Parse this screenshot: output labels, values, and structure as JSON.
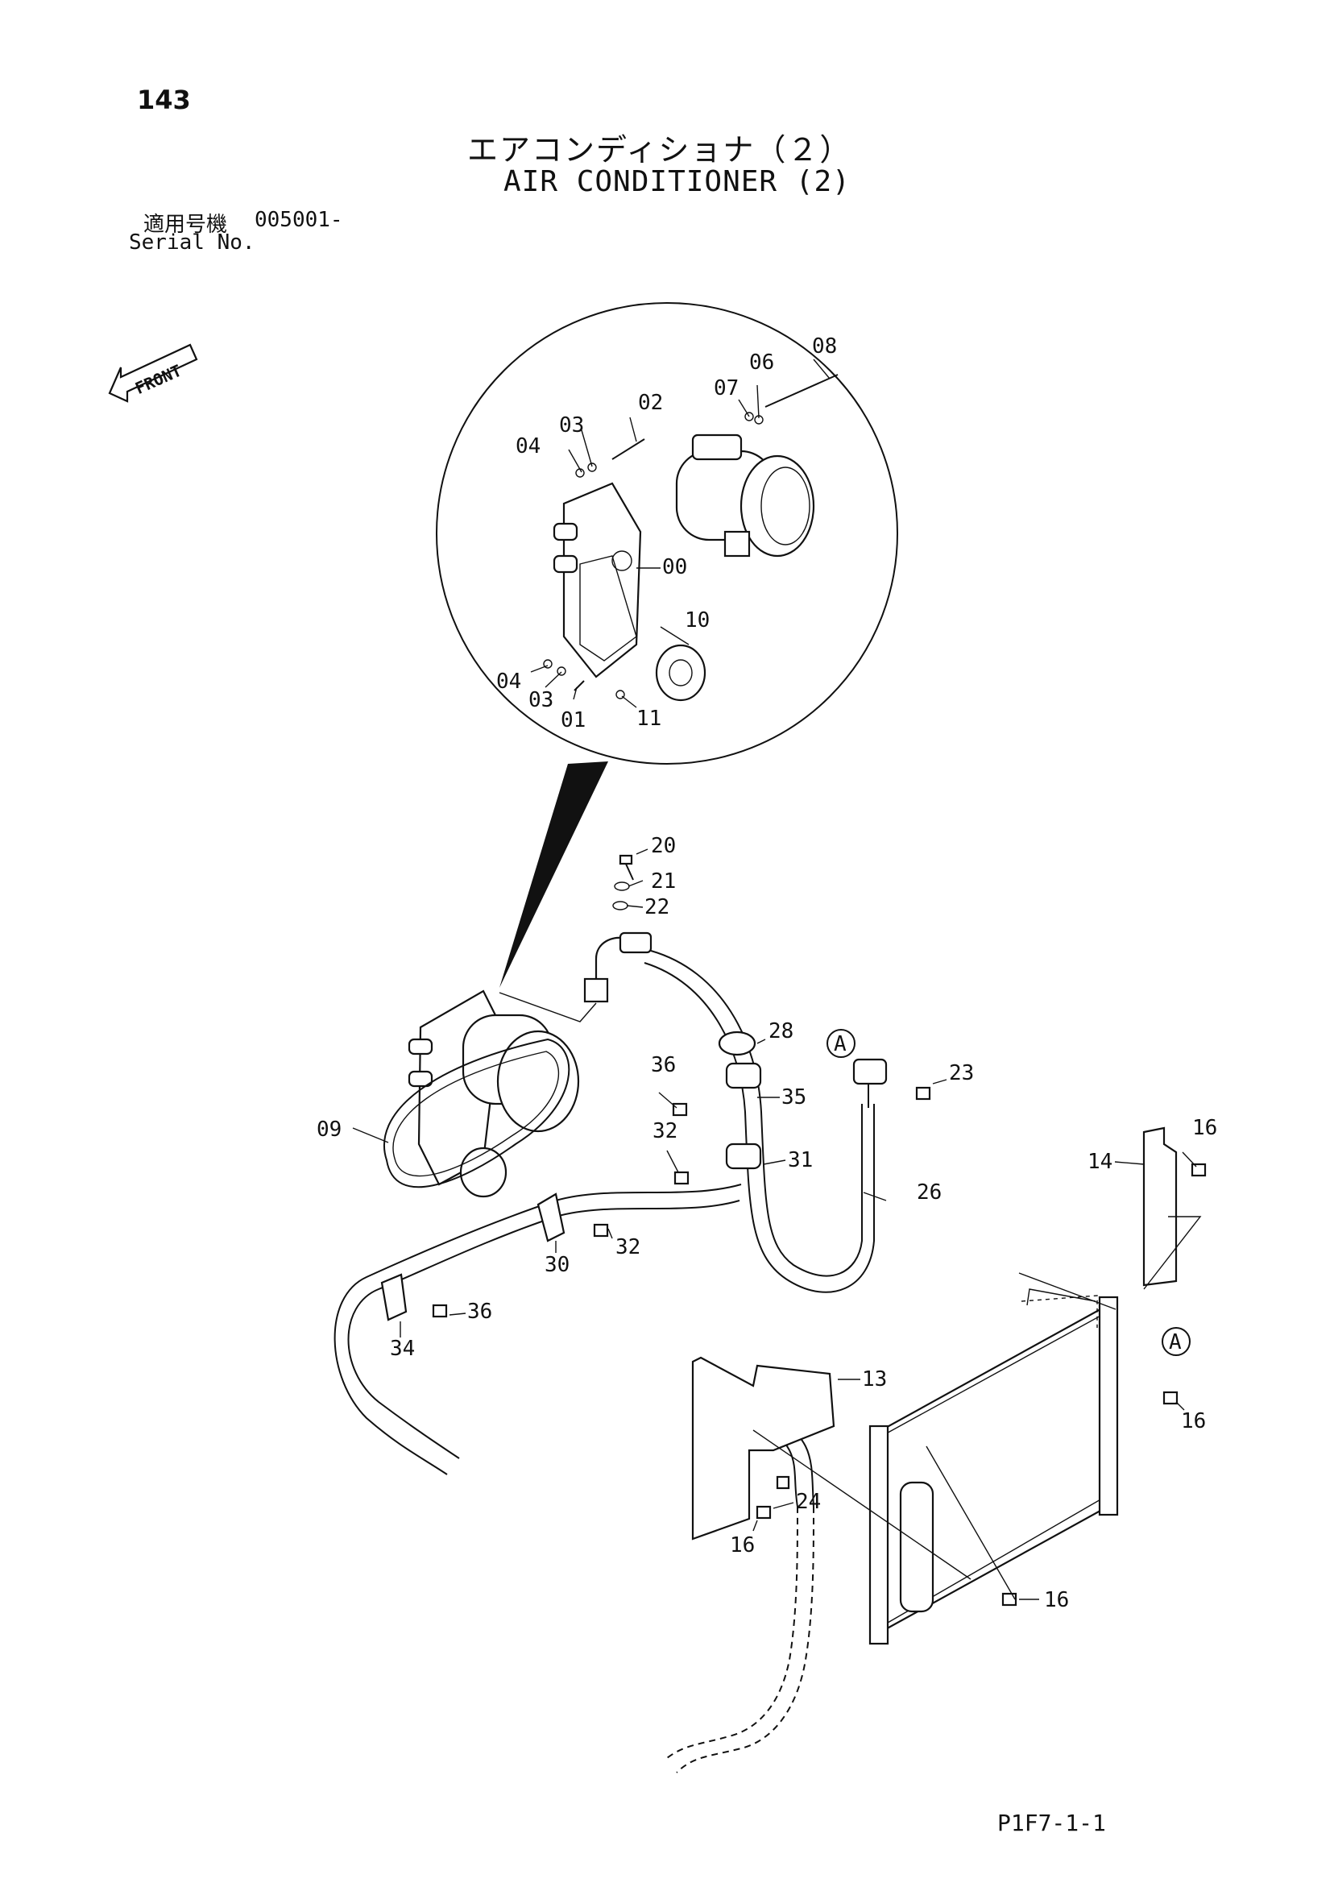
{
  "header": {
    "page_number": "143",
    "title_jp": "エアコンディショナ（２）",
    "title_en": "AIR CONDITIONER (2)",
    "serial_label_jp": "適用号機",
    "serial_value": "005001-",
    "serial_label_en": "Serial No."
  },
  "front_indicator": "FRONT",
  "callouts": {
    "c00": "00",
    "c01": "01",
    "c02": "02",
    "c03a": "03",
    "c03b": "03",
    "c04a": "04",
    "c04b": "04",
    "c06": "06",
    "c07": "07",
    "c08": "08",
    "c09": "09",
    "c10": "10",
    "c11": "11",
    "c13": "13",
    "c14": "14",
    "c16a": "16",
    "c16b": "16",
    "c16c": "16",
    "c16d": "16",
    "c20": "20",
    "c21": "21",
    "c22": "22",
    "c23": "23",
    "c24": "24",
    "c26": "26",
    "c28": "28",
    "c30": "30",
    "c31": "31",
    "c32a": "32",
    "c32b": "32",
    "c34": "34",
    "c35": "35",
    "c36a": "36",
    "c36b": "36",
    "markA1": "A",
    "markA2": "A"
  },
  "footer": {
    "code": "P1F7-1-1"
  }
}
